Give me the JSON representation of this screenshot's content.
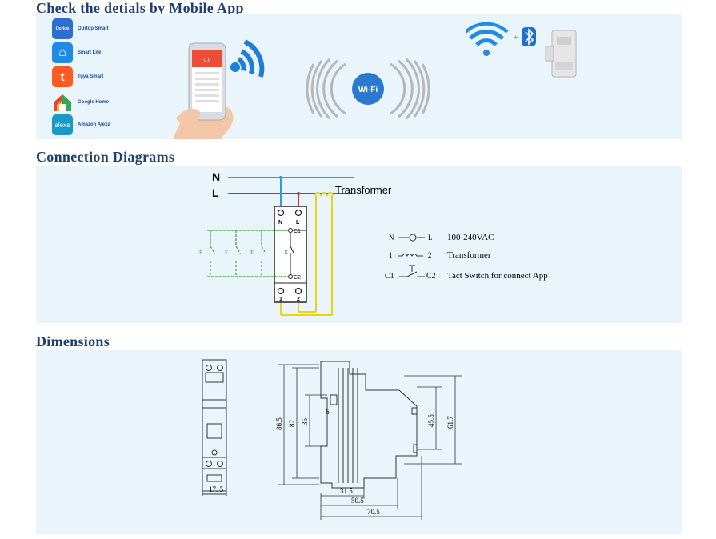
{
  "sections": {
    "app_title": "Check the detials by Mobile App",
    "connection_title": "Connection Diagrams",
    "dimensions_title": "Dimensions"
  },
  "apps": [
    {
      "name": "Ourtop Smart",
      "icon_text": "Ourtop",
      "color": "#2b6fd1",
      "icon": "ourtop-logo-icon"
    },
    {
      "name": "Smart Life",
      "icon_text": "⌂",
      "color": "#1f8be6",
      "icon": "smart-life-icon"
    },
    {
      "name": "Tuya Smart",
      "icon_text": "t",
      "color": "#ff5a1f",
      "icon": "tuya-icon"
    },
    {
      "name": "Google Home",
      "icon_text": "",
      "color": "#ffffff",
      "icon": "google-home-icon"
    },
    {
      "name": "Amazon Alexa",
      "icon_text": "alexa",
      "color": "#1a98c7",
      "icon": "alexa-icon"
    }
  ],
  "phone_display": "0.0",
  "wifi_badge": "Wi-Fi",
  "connection": {
    "n_label": "N",
    "l_label": "L",
    "transformer_label": "Transformer",
    "terminal_n": "N",
    "terminal_l": "L",
    "c1": "C1",
    "c2": "C2",
    "t1": "1",
    "t2": "2",
    "legend": [
      {
        "left": "N",
        "right": "L",
        "text": "100-240VAC"
      },
      {
        "left": "1",
        "right": "2",
        "text": "Transformer"
      },
      {
        "left": "C1",
        "right": "C2",
        "text": "Tact Switch for connect App"
      }
    ],
    "switch_labels": [
      "E",
      "E",
      "E"
    ],
    "colors": {
      "neutral": "#2aa0d8",
      "live": "#d22a2a",
      "transformer": "#e8d21a",
      "switch": "#2fa82f"
    }
  },
  "dimensions": {
    "front_width": "17. 5",
    "height_total": "86.5",
    "height_82": "82",
    "height_35": "35",
    "depth_6": "6",
    "height_45_5": "45.5",
    "height_61_7": "61.7",
    "d_31_5": "31.5",
    "d_50_5": "50.5",
    "d_70_5": "70.5"
  }
}
